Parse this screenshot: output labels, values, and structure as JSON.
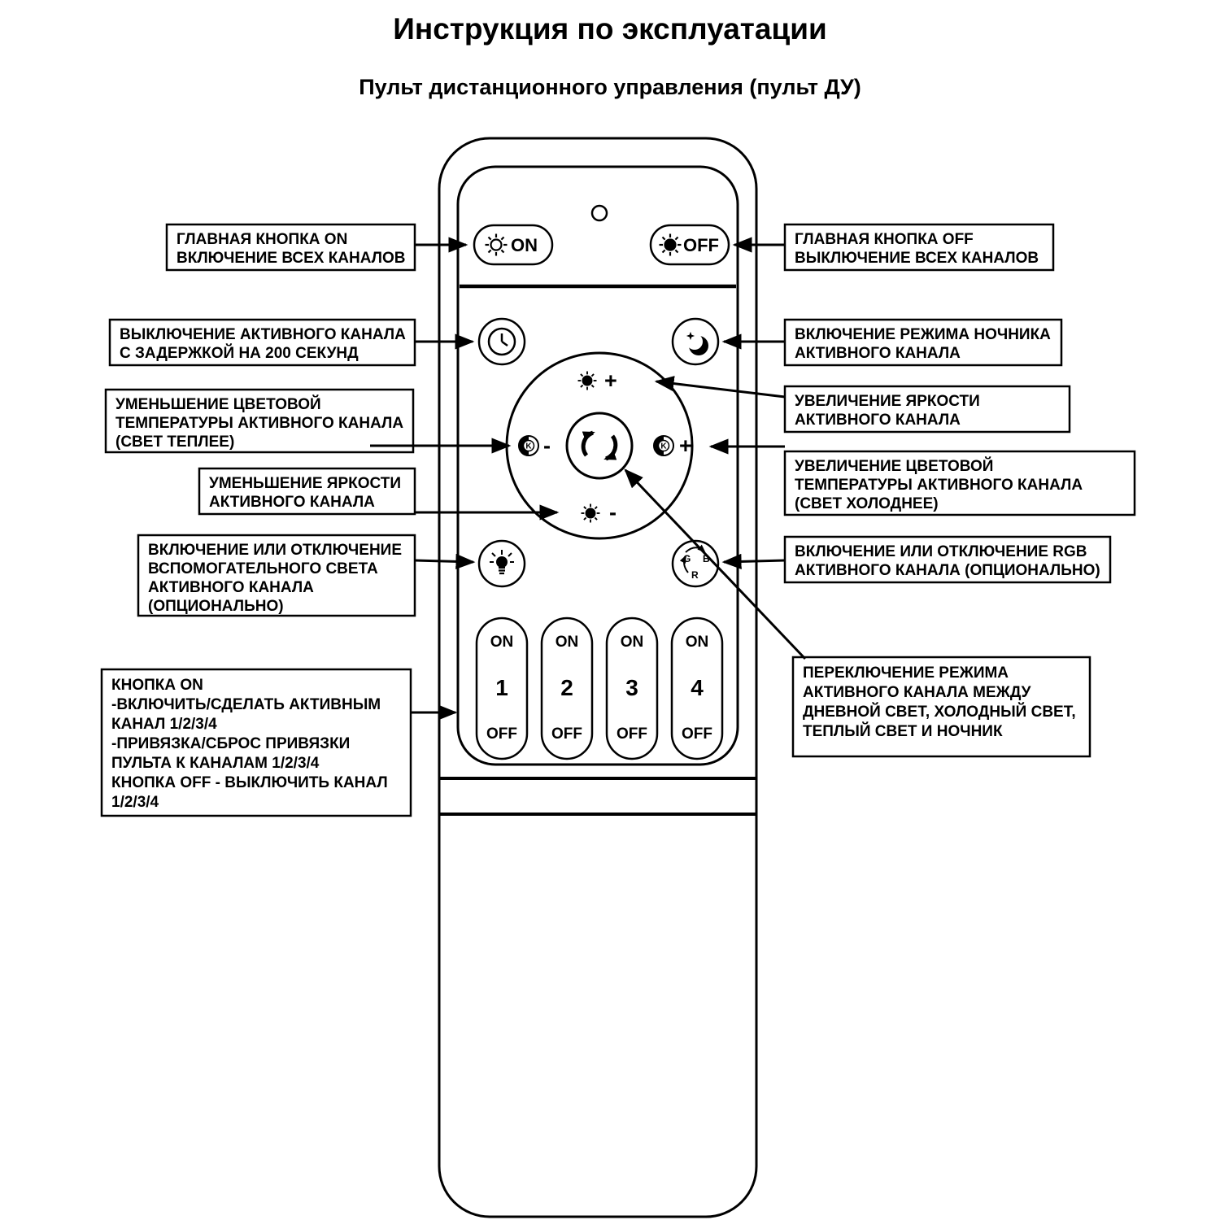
{
  "page": {
    "title": "Инструкция по эксплуатации",
    "subtitle": "Пульт дистанционного управления (пульт ДУ)"
  },
  "remote": {
    "on": "ON",
    "off": "OFF",
    "plus": "+",
    "minus": "-",
    "k": "K",
    "rgb": {
      "g": "G",
      "b": "B",
      "r": "R"
    },
    "channels": [
      {
        "on": "ON",
        "num": "1",
        "off": "OFF"
      },
      {
        "on": "ON",
        "num": "2",
        "off": "OFF"
      },
      {
        "on": "ON",
        "num": "3",
        "off": "OFF"
      },
      {
        "on": "ON",
        "num": "4",
        "off": "OFF"
      }
    ]
  },
  "labels": {
    "left": [
      {
        "lines": [
          "ГЛАВНАЯ КНОПКА ON",
          "ВКЛЮЧЕНИЕ ВСЕХ КАНАЛОВ"
        ]
      },
      {
        "lines": [
          "ВЫКЛЮЧЕНИЕ АКТИВНОГО КАНАЛА",
          "С ЗАДЕРЖКОЙ НА 200 СЕКУНД"
        ]
      },
      {
        "lines": [
          "УМЕНЬШЕНИЕ ЦВЕТОВОЙ",
          "ТЕМПЕРАТУРЫ АКТИВНОГО КАНАЛА",
          "(СВЕТ ТЕПЛЕЕ)"
        ]
      },
      {
        "lines": [
          "УМЕНЬШЕНИЕ ЯРКОСТИ",
          "АКТИВНОГО КАНАЛА"
        ]
      },
      {
        "lines": [
          "ВКЛЮЧЕНИЕ ИЛИ ОТКЛЮЧЕНИЕ",
          "ВСПОМОГАТЕЛЬНОГО СВЕТА",
          "АКТИВНОГО КАНАЛА",
          "(ОПЦИОНАЛЬНО)"
        ]
      },
      {
        "lines": [
          "КНОПКА ON",
          "-ВКЛЮЧИТЬ/СДЕЛАТЬ АКТИВНЫМ",
          "КАНАЛ 1/2/3/4",
          "-ПРИВЯЗКА/СБРОС ПРИВЯЗКИ",
          "ПУЛЬТА К КАНАЛАМ 1/2/3/4",
          "КНОПКА OFF - ВЫКЛЮЧИТЬ КАНАЛ",
          "1/2/3/4"
        ]
      }
    ],
    "right": [
      {
        "lines": [
          "ГЛАВНАЯ КНОПКА OFF",
          "ВЫКЛЮЧЕНИЕ ВСЕХ КАНАЛОВ"
        ]
      },
      {
        "lines": [
          "ВКЛЮЧЕНИЕ РЕЖИМА НОЧНИКА",
          "АКТИВНОГО КАНАЛА"
        ]
      },
      {
        "lines": [
          "УВЕЛИЧЕНИЕ ЯРКОСТИ",
          "АКТИВНОГО КАНАЛА"
        ]
      },
      {
        "lines": [
          "УВЕЛИЧЕНИЕ ЦВЕТОВОЙ",
          "ТЕМПЕРАТУРЫ АКТИВНОГО КАНАЛА",
          "(СВЕТ ХОЛОДНЕЕ)"
        ]
      },
      {
        "lines": [
          "ВКЛЮЧЕНИЕ ИЛИ ОТКЛЮЧЕНИЕ RGB",
          "АКТИВНОГО КАНАЛА (ОПЦИОНАЛЬНО)"
        ]
      },
      {
        "lines": [
          "ПЕРЕКЛЮЧЕНИЕ РЕЖИМА",
          "АКТИВНОГО КАНАЛА МЕЖДУ",
          "ДНЕВНОЙ СВЕТ, ХОЛОДНЫЙ СВЕТ,",
          "ТЕПЛЫЙ СВЕТ И НОЧНИК"
        ]
      }
    ]
  }
}
